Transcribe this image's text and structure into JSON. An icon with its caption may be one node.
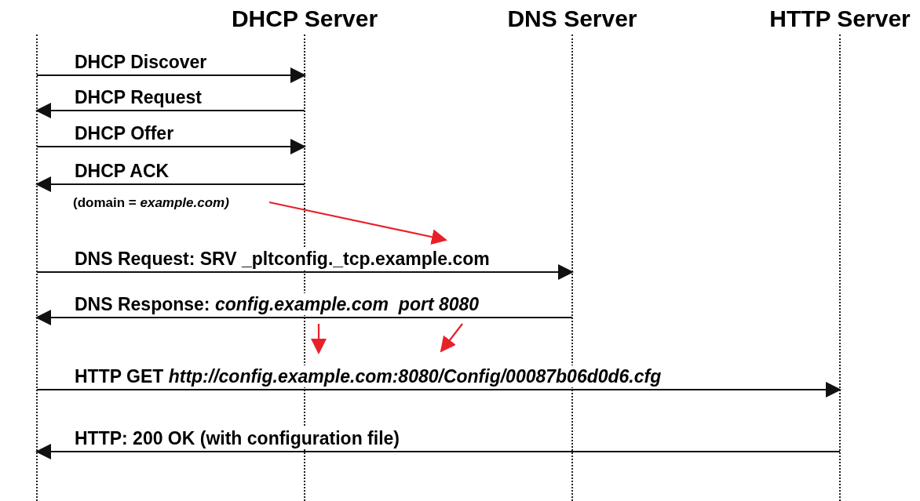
{
  "diagram": {
    "nodes": [
      {
        "text": [],
        "shape": "line"
      },
      {
        "text": [
          "DHCP Server"
        ]
      },
      {
        "text": [
          "DNS Server"
        ]
      },
      {
        "text": [
          "HTTP Server"
        ]
      },
      {
        "text": [
          "(domain = *example.com)*"
        ]
      }
    ],
    "edges": [
      {
        "from": 0,
        "to": 1,
        "arrow": "to",
        "label": "DHCP Discover"
      },
      {
        "from": 1,
        "to": 0,
        "arrow": "to",
        "label": "DHCP Request"
      },
      {
        "from": 0,
        "to": 1,
        "arrow": "to",
        "label": "DHCP Offer"
      },
      {
        "from": 1,
        "to": 0,
        "arrow": "to",
        "label": "DHCP ACK"
      },
      {
        "from": 0,
        "to": 2,
        "arrow": "to",
        "label": "DNS Request: SRV _pltconfig._tcp.example.com"
      },
      {
        "from": 2,
        "to": 0,
        "arrow": "to",
        "label": "DNS Response: *config.example.com  port 8080*"
      },
      {
        "from": 0,
        "to": 3,
        "arrow": "to",
        "label": "HTTP GET *http://config.example.com:8080/Config/00087b06d0d6.cfg*"
      },
      {
        "from": 3,
        "to": 0,
        "arrow": "to",
        "label": "HTTP: 200 OK (with configuration file)"
      },
      {
        "from": 4,
        "to": null,
        "arrow": "to",
        "color": "#e8202a"
      }
    ]
  }
}
